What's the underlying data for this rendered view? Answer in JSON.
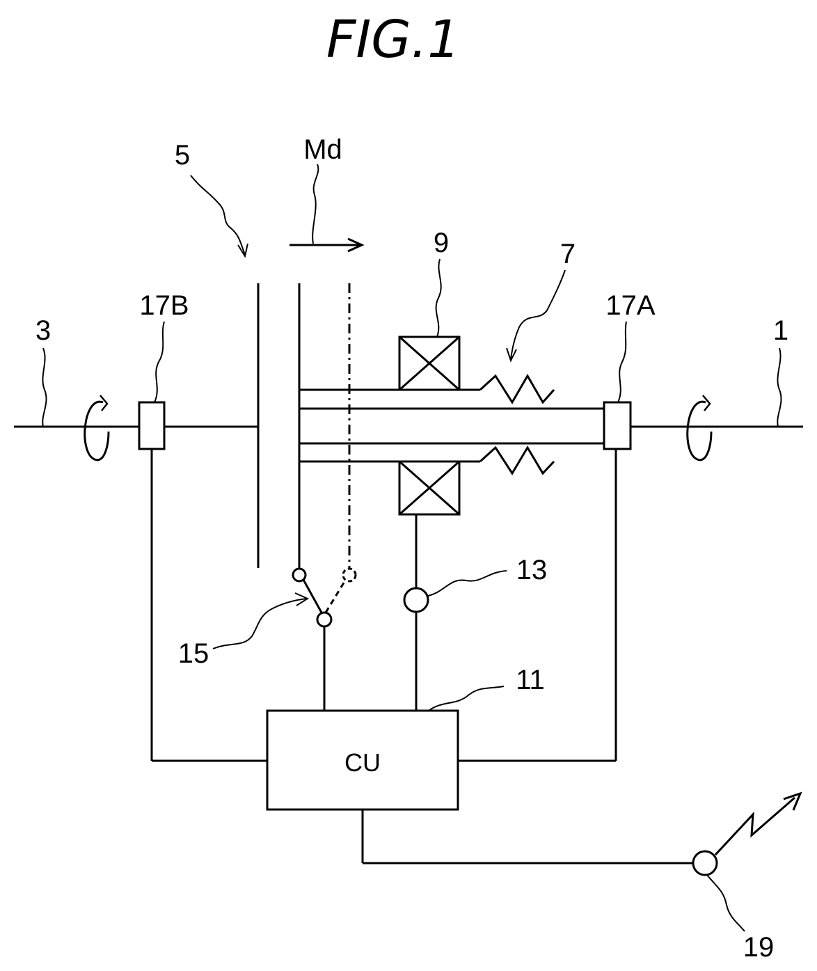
{
  "figure": {
    "title": "FIG.1"
  },
  "labels": {
    "shaft_left": "3",
    "shaft_right": "1",
    "sensor_left": "17B",
    "sensor_right": "17A",
    "clutch": "5",
    "movement": "Md",
    "solenoid": "9",
    "spring": "7",
    "driver": "13",
    "switch": "15",
    "control_unit_ref": "11",
    "control_unit": "CU",
    "antenna": "19"
  }
}
